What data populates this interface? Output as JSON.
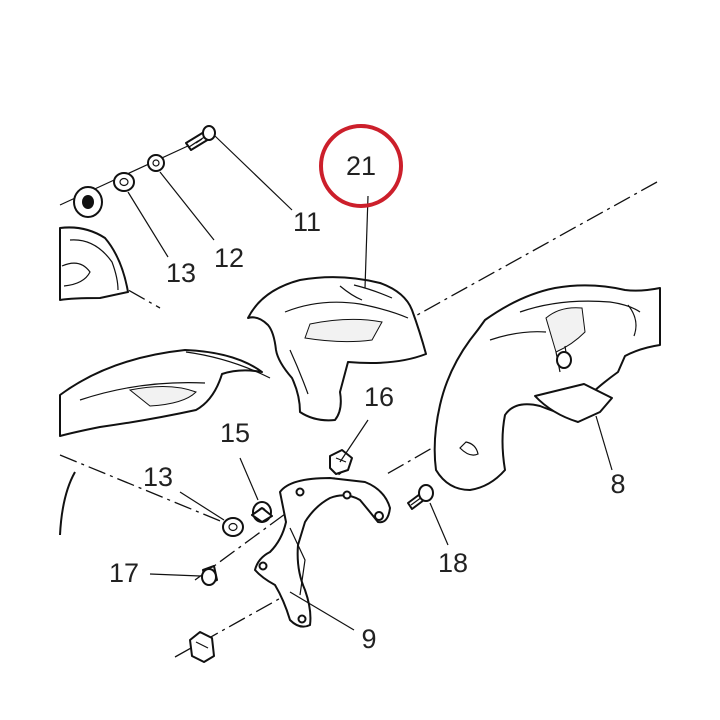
{
  "diagram": {
    "callouts": {
      "p8": "8",
      "p9": "9",
      "p11": "11",
      "p12": "12",
      "p13a": "13",
      "p13b": "13",
      "p15": "15",
      "p16": "16",
      "p17": "17",
      "p18": "18",
      "p21": "21"
    },
    "highlight": {
      "part": "21",
      "color": "#cc1f2b"
    }
  }
}
